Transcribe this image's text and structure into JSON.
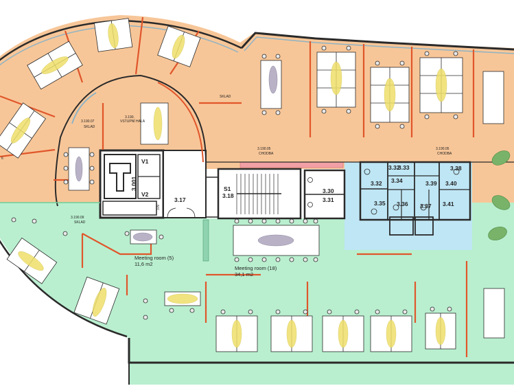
{
  "colors": {
    "office": "#f7c698",
    "open": "#b9efcf",
    "wet": "#bfe6f4",
    "core": "#ffffff",
    "wall": "#2a2a2a",
    "partition": "#e0562b",
    "desk": "#ffffff",
    "lamp": "#efe06a",
    "meeting_ellipse": "#b9b2c6",
    "plant": "#79b36a",
    "glazing": "#8fb3c4"
  },
  "labels": {
    "vestibule_code": "3.190.",
    "vestibule_name": "VSTUPNÍ HALA",
    "west_code": "3.190.07",
    "west_sub": "SKLAD",
    "sklad_north": "SKLAD",
    "corridor_w_code": "3.190.05",
    "corridor_w_name": "CHODBA",
    "corridor_e_code": "3.190.05",
    "corridor_e_name": "CHODBA",
    "storage_code": "3.190.09",
    "storage_name": "SKLAD",
    "v1": "V1",
    "v2": "V2",
    "lift": "3.001",
    "shaft": "3.N",
    "stair_side": "3.17",
    "stair_code": "S1",
    "stair_num": "3.18",
    "r330": "3.30",
    "r331": "3.31",
    "r332a": "3.32",
    "r332b": "3.32",
    "r333": "3.33",
    "r334": "3.34",
    "r335": "3.35",
    "r336": "3.36",
    "r337": "3.37",
    "r338": "3.38",
    "r339": "3.39",
    "r340": "3.40",
    "r341": "3.41",
    "meet5_name": "Meeting room (5)",
    "meet5_area": "11,6 m2",
    "meet18_name": "Meeting room (18)",
    "meet18_area": "34,1 m2",
    "edge_mark": "6"
  }
}
